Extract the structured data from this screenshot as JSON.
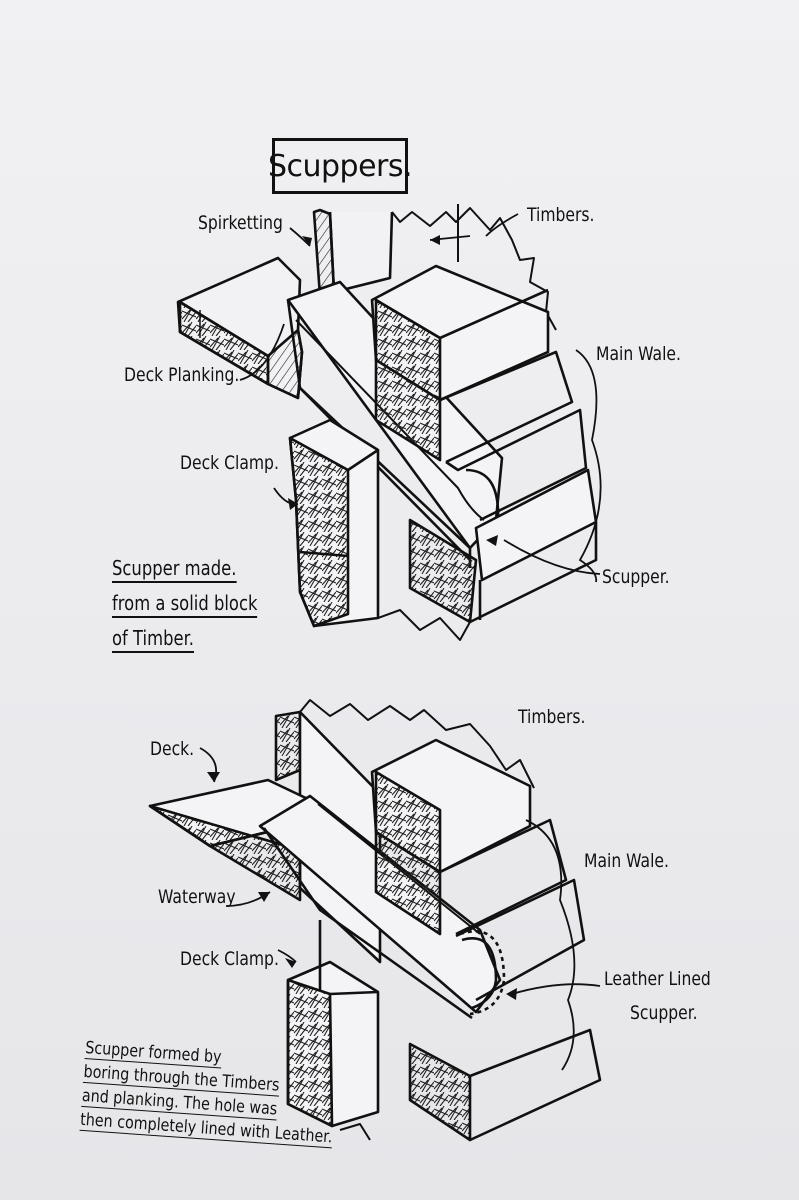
{
  "title": "Scuppers.",
  "diagram_top": {
    "labels": {
      "spirketting": "Spirketting",
      "timbers": "Timbers.",
      "deck_planking": "Deck Planking.",
      "main_wale": "Main Wale.",
      "deck_clamp": "Deck Clamp.",
      "scupper": "Scupper."
    },
    "caption_lines": [
      "Scupper made.",
      "from a solid block",
      "of Timber."
    ]
  },
  "diagram_bottom": {
    "labels": {
      "timbers": "Timbers.",
      "deck": "Deck.",
      "main_wale": "Main Wale.",
      "waterway": "Waterway",
      "deck_clamp": "Deck Clamp.",
      "leather_lined_1": "Leather Lined",
      "leather_lined_2": "Scupper."
    },
    "caption_lines": [
      "Scupper formed by",
      "boring through the Timbers",
      "and planking. The hole was",
      "then completely lined with Leather."
    ]
  },
  "colors": {
    "ink": "#111111",
    "paper": "#ececef"
  }
}
